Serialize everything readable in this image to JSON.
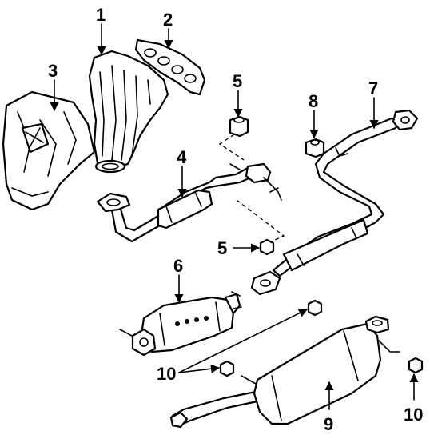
{
  "callouts": {
    "c1": "1",
    "c2": "2",
    "c3": "3",
    "c4": "4",
    "c5a": "5",
    "c5b": "5",
    "c6": "6",
    "c7": "7",
    "c8": "8",
    "c9": "9",
    "c10a": "10",
    "c10b": "10"
  }
}
